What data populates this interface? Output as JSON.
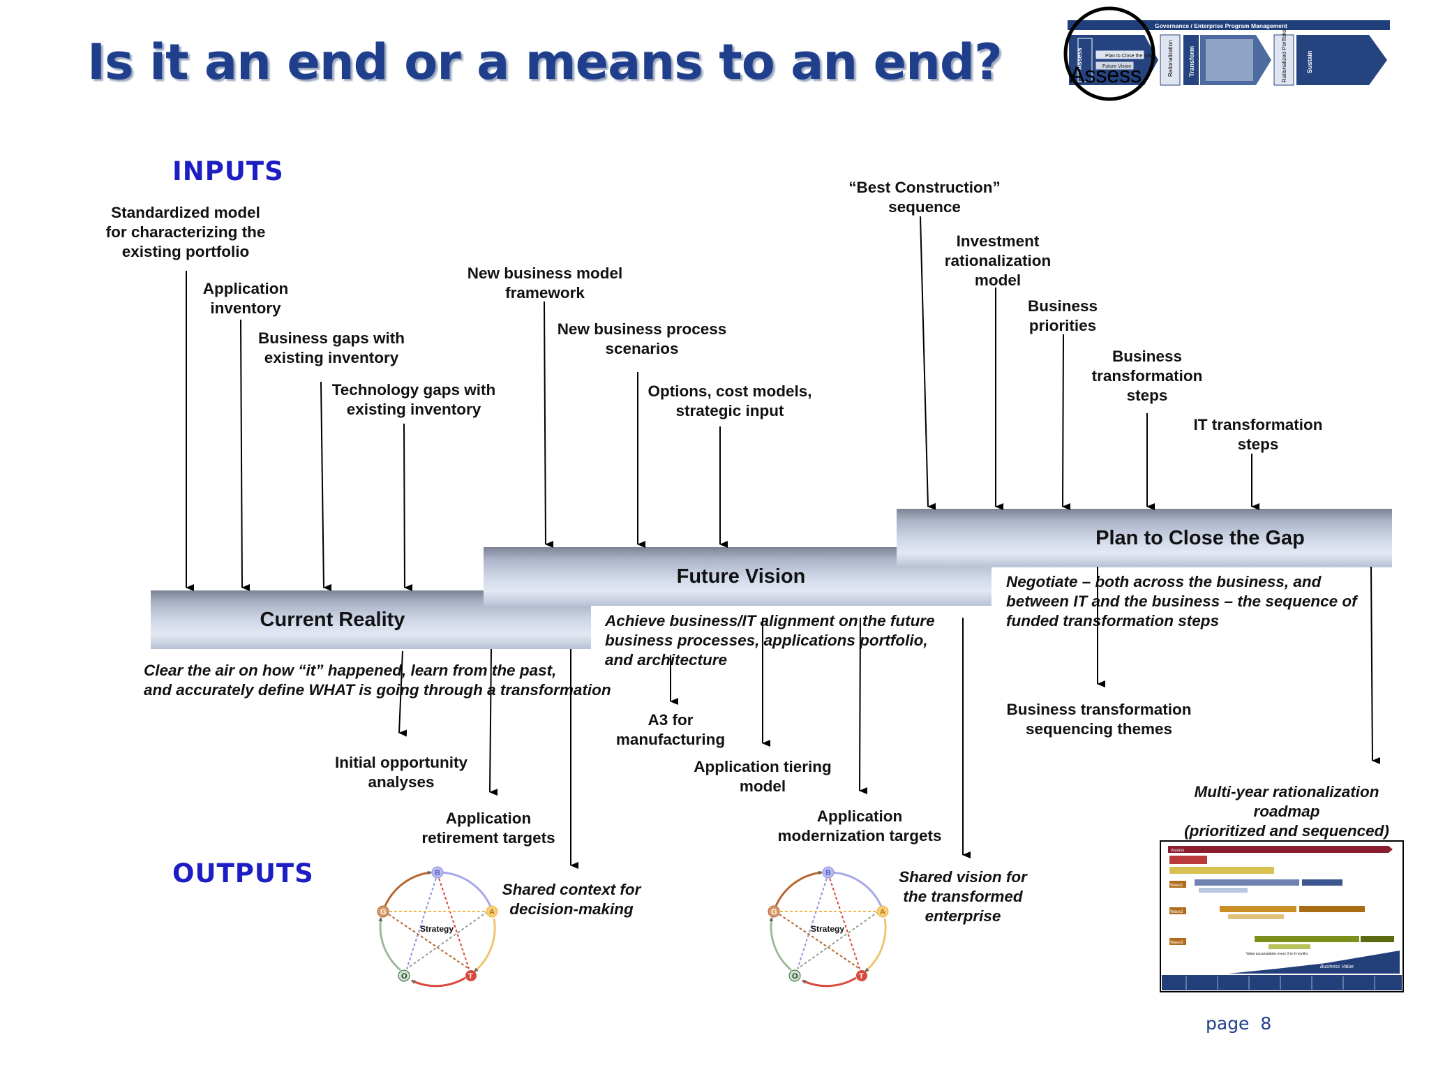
{
  "title": "Is it an end or a means to an end?",
  "sections": {
    "inputs": "INPUTS",
    "outputs": "OUTPUTS"
  },
  "phases": {
    "current": "Current Reality",
    "future": "Future Vision",
    "plan": "Plan to Close the Gap"
  },
  "inputs": {
    "standardized": [
      "Standardized model",
      "for characterizing the",
      "existing portfolio"
    ],
    "app_inventory": [
      "Application",
      "inventory"
    ],
    "business_gaps": [
      "Business gaps with",
      "existing inventory"
    ],
    "tech_gaps": [
      "Technology gaps with",
      "existing inventory"
    ],
    "new_business_model": [
      "New business model",
      "framework"
    ],
    "new_process": [
      "New business process",
      "scenarios"
    ],
    "options": [
      "Options, cost models,",
      "strategic input"
    ],
    "best_construction": [
      "“Best Construction”",
      "sequence"
    ],
    "investment": [
      "Investment",
      "rationalization",
      "model"
    ],
    "business_priorities": [
      "Business",
      "priorities"
    ],
    "business_steps": [
      "Business",
      "transformation",
      "steps"
    ],
    "it_steps": [
      "IT transformation",
      "steps"
    ]
  },
  "descriptions": {
    "current": [
      "Clear the air on how “it” happened, learn from the past,",
      "and accurately define WHAT is going through a transformation"
    ],
    "future": [
      "Achieve business/IT alignment on the future",
      "business processes, applications portfolio,",
      "and architecture"
    ],
    "plan": [
      "Negotiate – both across the business, and",
      "between IT and the business – the sequence of",
      "funded transformation steps"
    ]
  },
  "outputs": {
    "initial_opportunity": [
      "Initial opportunity",
      "analyses"
    ],
    "retirement": [
      "Application",
      "retirement targets"
    ],
    "shared_context": [
      "Shared context for",
      "decision-making"
    ],
    "a3": [
      "A3 for",
      "manufacturing"
    ],
    "tiering": [
      "Application tiering",
      "model"
    ],
    "modernization": [
      "Application",
      "modernization targets"
    ],
    "shared_vision": [
      "Shared vision for",
      "the transformed",
      "enterprise"
    ],
    "sequencing_themes": [
      "Business transformation",
      "sequencing themes"
    ],
    "roadmap": [
      "Multi-year rationalization",
      "roadmap",
      "(prioritized and sequenced)"
    ]
  },
  "strategy_diagram": {
    "center": "Strategy",
    "nodes": [
      "B",
      "A",
      "T",
      "O",
      "G"
    ],
    "colors": {
      "B": "#8e8fe0",
      "A": "#f0b748",
      "T": "#d9483a",
      "O": "#2f6b3a",
      "G": "#b5652f"
    }
  },
  "thumbnail": {
    "header": "Governance / Enterprise Program Management",
    "chevron_labels": [
      "Assess",
      "Rationalization",
      "Transform",
      "Rationalized Portfolio",
      "Sustain"
    ],
    "inner_label": "Plan to Close the Gap",
    "inner_label2": "Future Vision",
    "overlay_text": "Assess"
  },
  "roadmap_thumb": {
    "waves": [
      "Assess",
      "Wave1",
      "Wave2",
      "Wave3"
    ],
    "footer": "Business Value",
    "note": "Value accumulation every 3 to 6 months"
  },
  "page": "page  8"
}
